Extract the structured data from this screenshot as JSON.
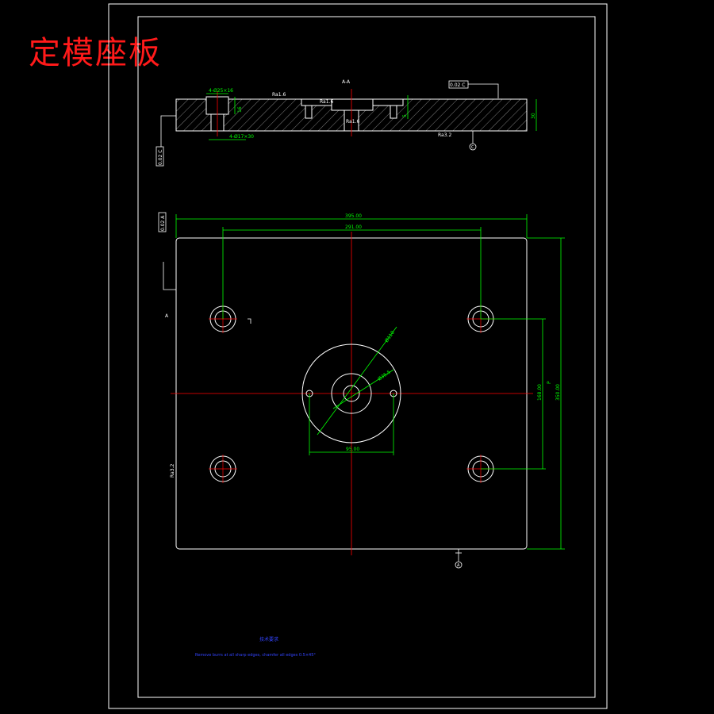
{
  "title": "定模座板",
  "section_label": "A-A",
  "colors": {
    "background": "#000000",
    "frame": "#ffffff",
    "dimension": "#00ff00",
    "centerline": "#ff0000",
    "hatch": "#b3b3b3",
    "title": "#ff1a1a",
    "note": "#3344ff"
  },
  "section_view": {
    "roughness_top_left": "Ra1.6",
    "roughness_top_mid": "Ra1.6",
    "roughness_bottom": "Ra3.2",
    "roughness_center": "Ra1.6",
    "counterbore_dim": "4-Ø25×16",
    "bolt_hole_dim": "4-Ø17×30",
    "depth_dim": "16",
    "height_dim": "30",
    "flatness_tolerance": "0.02 C",
    "side_tolerance": "0.02 C",
    "datum_c": "C",
    "recess_dim": "5"
  },
  "plan_view": {
    "width_dim": "395.00",
    "hole_spacing_dim": "291.00",
    "height_dim": "350.00",
    "hole_vert_spacing_dim": "168.00",
    "outer_circle_dim": "Ø110",
    "inner_circle_dim": "Ø35.5",
    "pin_spacing_dim": "95.00",
    "right_small_dim": "P",
    "section_mark_a": "A",
    "datum_a": "A",
    "flatness_left": "0.02 A",
    "roughness_left": "Ra3.2"
  },
  "notes": {
    "heading": "技术要求",
    "line1": "Remove burrs at all sharp edges, chamfer all edges 0.5×45°"
  }
}
